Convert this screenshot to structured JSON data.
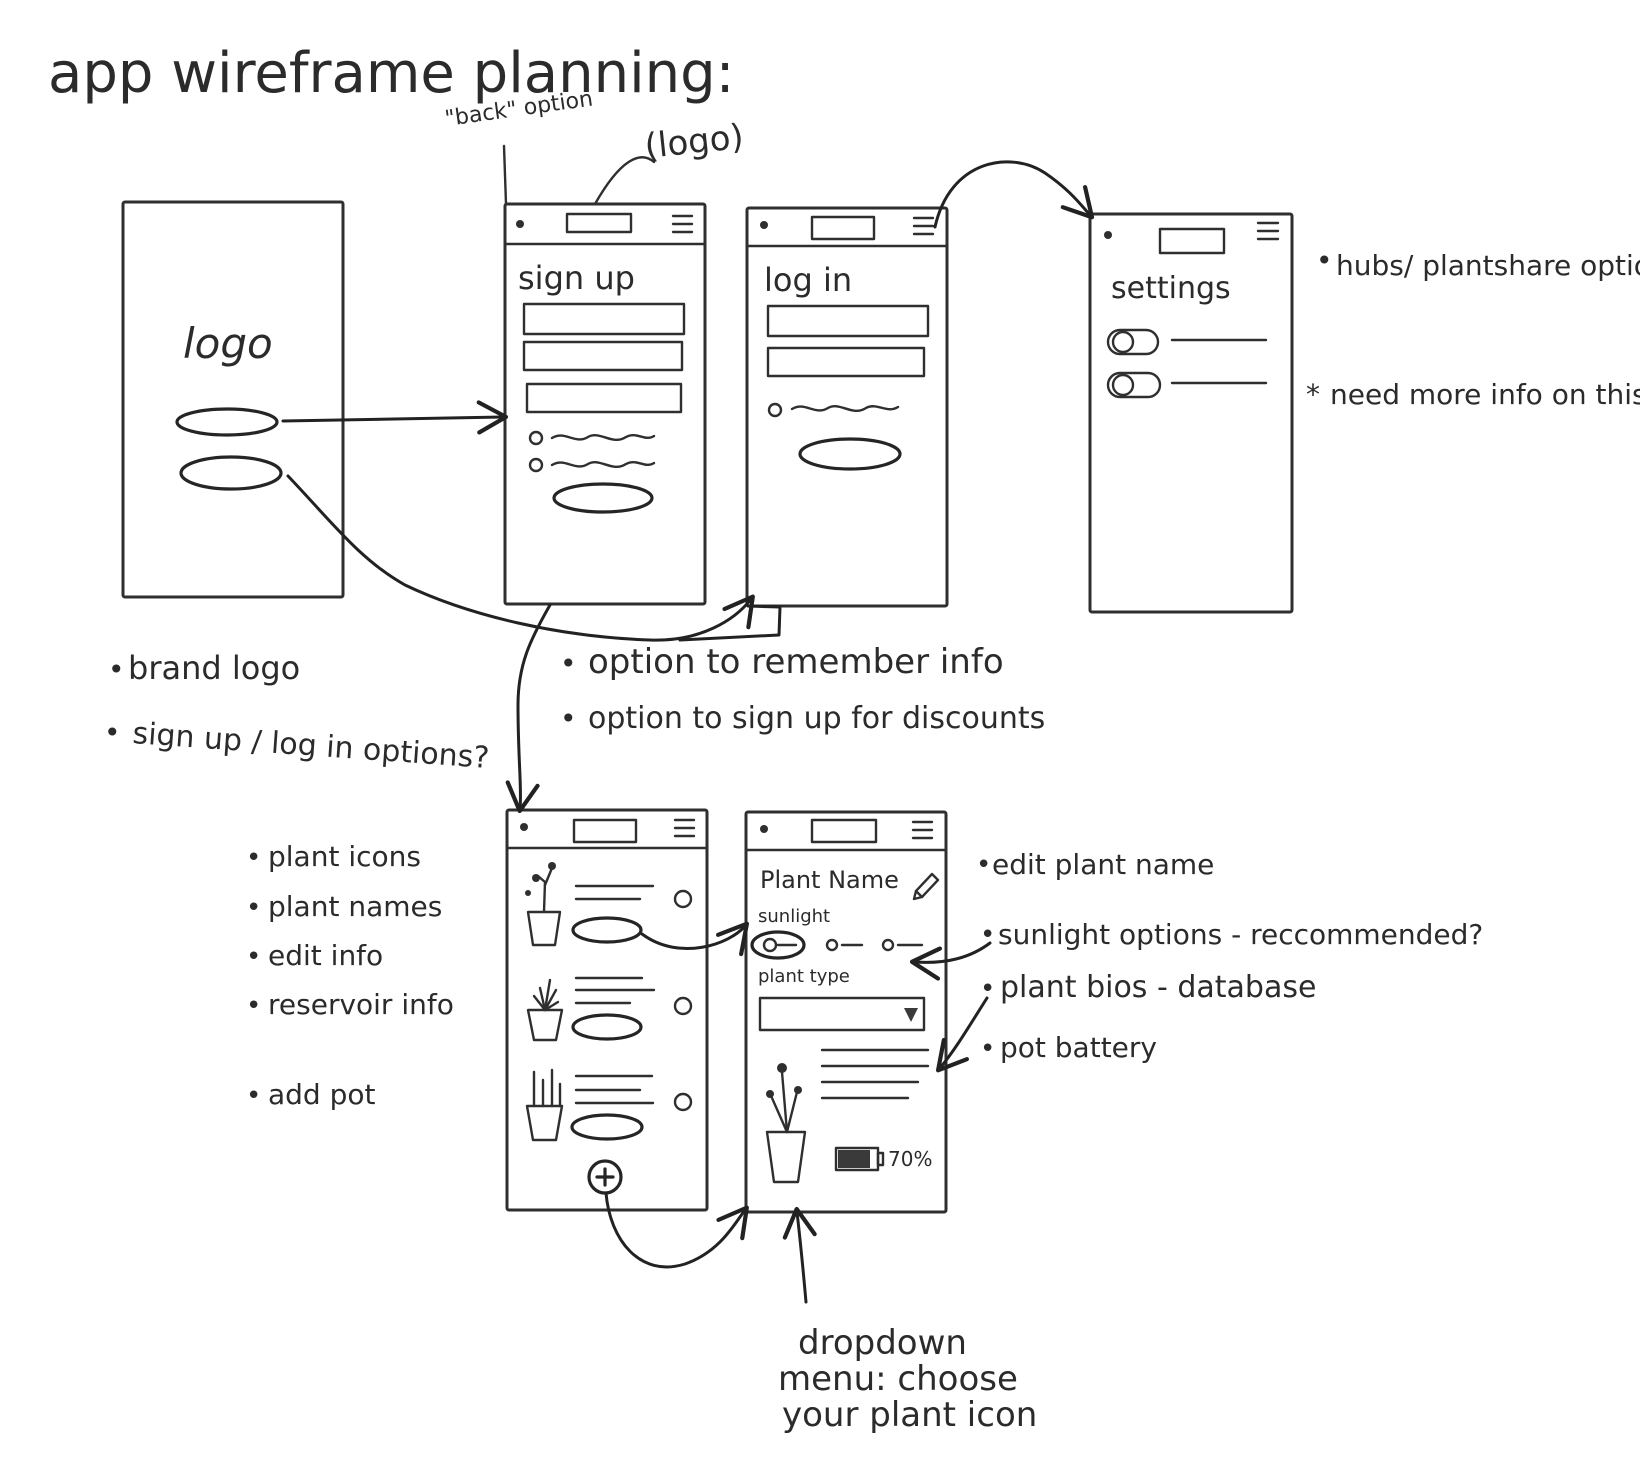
{
  "title": "app wireframe planning:",
  "annotations": {
    "back_option": "\"back\" option",
    "logo": "(logo)",
    "brand_logo": "brand logo",
    "signup_login_options": "sign up / log in options?",
    "remember_info": "option to remember info",
    "discounts": "option to sign up for discounts",
    "hubs_plantshare": "hubs/ plantshare option?",
    "need_more_info": "need more info on this",
    "edit_plant_name": "edit plant name",
    "sunlight_options": "sunlight options - reccommended?",
    "plant_bios": "plant bios - database",
    "pot_battery": "pot battery",
    "dropdown_menu": "dropdown menu: choose your plant icon"
  },
  "screens": {
    "splash": {
      "logo_text": "logo"
    },
    "signup": {
      "title": "sign up"
    },
    "login": {
      "title": "log in"
    },
    "settings": {
      "title": "settings"
    },
    "plants": {
      "notes": [
        "plant icons",
        "plant names",
        "edit info",
        "reservoir info",
        "add pot"
      ]
    },
    "plant_detail": {
      "plant_name": "Plant Name",
      "sunlight_label": "sunlight",
      "plant_type_label": "plant type",
      "battery_percent": "70%"
    }
  },
  "colors": {
    "pencil": "#2f2f2f",
    "paper": "#ffffff"
  },
  "icons": [
    "menu-icon",
    "pencil-icon",
    "plus-icon",
    "dropdown-icon",
    "battery-icon",
    "toggle-icon",
    "plant-pot-icon"
  ]
}
